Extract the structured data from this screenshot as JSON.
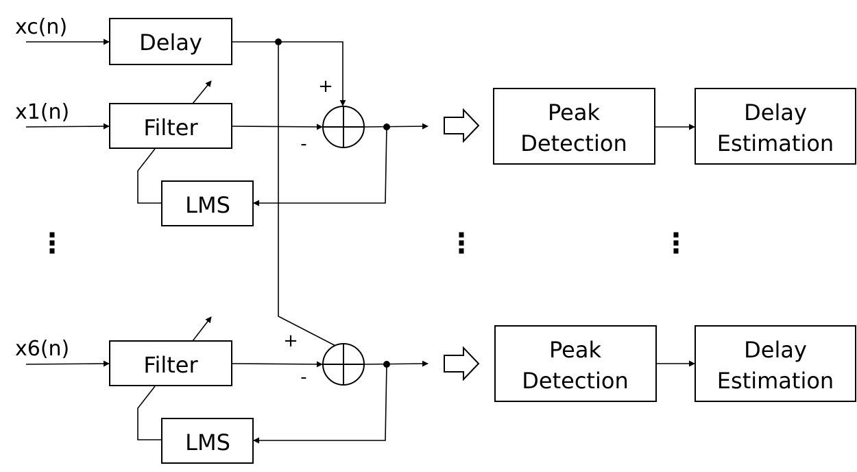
{
  "inputs": {
    "xc": "xc(n)",
    "x1": "x1(n)",
    "x6": "x6(n)"
  },
  "blocks": {
    "delay": "Delay",
    "filter_top": "Filter",
    "filter_bottom": "Filter",
    "lms_top": "LMS",
    "lms_bottom": "LMS",
    "peak_top": [
      "Peak",
      "Detection"
    ],
    "peak_bottom": [
      "Peak",
      "Detection"
    ],
    "estimation_top": [
      "Delay",
      "Estimation"
    ],
    "estimation_bottom": [
      "Delay",
      "Estimation"
    ]
  },
  "signs": {
    "plus_top": "+",
    "minus_top": "-",
    "plus_bottom": "+",
    "minus_bottom": "-"
  },
  "ellipsis": "⋮"
}
